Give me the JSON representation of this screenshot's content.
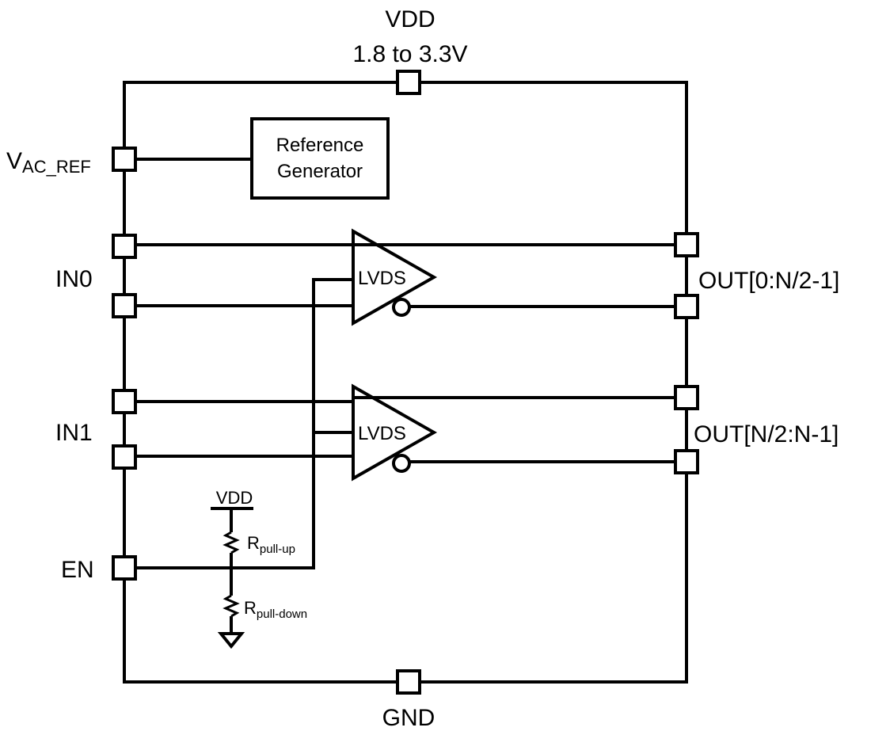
{
  "supply": {
    "name": "VDD",
    "range": "1.8 to 3.3V"
  },
  "ground": "GND",
  "vref": {
    "main": "V",
    "sub": "AC_REF"
  },
  "reference_block": {
    "line1": "Reference",
    "line2": "Generator"
  },
  "inputs": [
    "IN0",
    "IN1"
  ],
  "enable": "EN",
  "outputs": [
    "OUT[0:N/2-1]",
    "OUT[N/2:N-1]"
  ],
  "buffer_label": "LVDS",
  "pullup": {
    "main": "R",
    "sub": "pull-up"
  },
  "pulldown": {
    "main": "R",
    "sub": "pull-down"
  },
  "internal_supply": "VDD"
}
